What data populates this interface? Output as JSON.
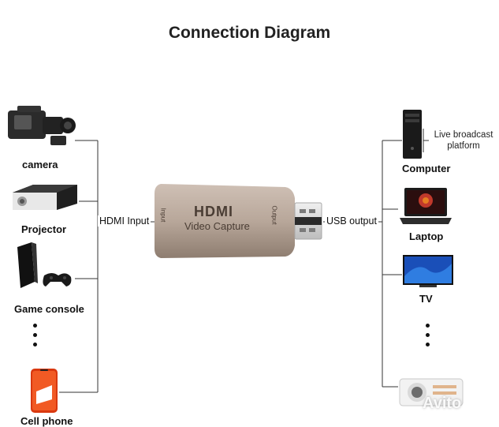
{
  "title": "Connection Diagram",
  "inputs": {
    "camera": "camera",
    "projector": "Projector",
    "game_console": "Game console",
    "cell_phone": "Cell phone"
  },
  "outputs": {
    "computer": "Computer",
    "laptop": "Laptop",
    "tv": "TV"
  },
  "connector_labels": {
    "hdmi_input": "HDMI Input",
    "usb_output": "USB output"
  },
  "note": {
    "line1": "Live broadcast",
    "line2": "platform"
  },
  "device": {
    "brand": "HDMI",
    "subtitle": "Video Capture",
    "port_left": "Input",
    "port_right": "Output"
  },
  "watermark": "Avito",
  "colors": {
    "device_body": "#b8a79a",
    "device_shadow": "#8e7d70",
    "line": "#333333",
    "usb_metal": "#d9d9d9"
  }
}
